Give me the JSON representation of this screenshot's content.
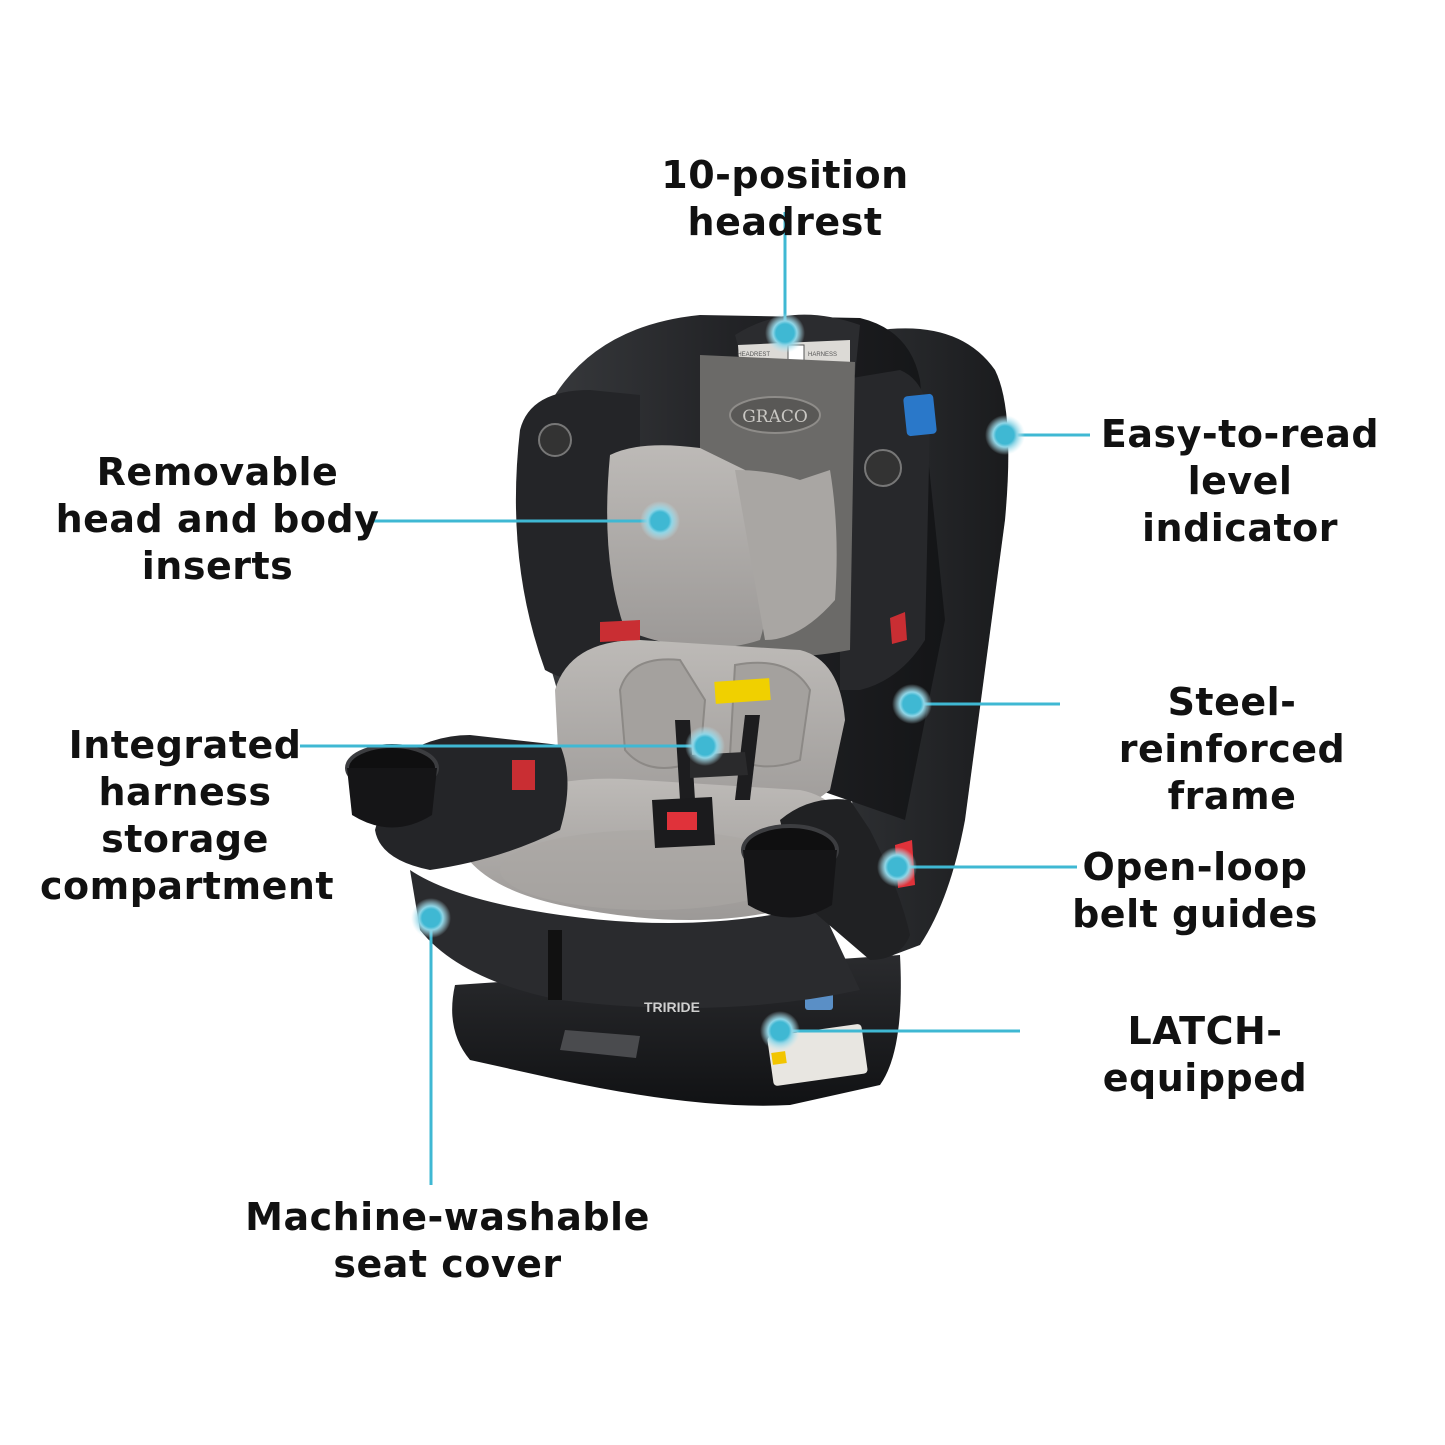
{
  "colors": {
    "callout": "#3fb8d3",
    "callout_glow": "#bfe8f2",
    "shell_dark": "#1c1d1f",
    "shell_mid": "#2e3033",
    "insert_gray": "#9a9896",
    "insert_light": "#b6b3b0",
    "accent_red": "#e0323a",
    "text": "#111111"
  },
  "product": {
    "brand_logo_text": "GRACO",
    "model_text": "TRIRIDE",
    "headrest_label_left": "HEADREST",
    "headrest_label_right": "HARNESS"
  },
  "callouts": [
    {
      "id": "headrest",
      "text": "10-position headrest",
      "icon": "callout-dot"
    },
    {
      "id": "level-indicator",
      "text": "Easy-to-read\nlevel indicator",
      "icon": "callout-dot"
    },
    {
      "id": "inserts",
      "text": "Removable\nhead and body\ninserts",
      "icon": "callout-dot"
    },
    {
      "id": "frame",
      "text": "Steel-reinforced\nframe",
      "icon": "callout-dot"
    },
    {
      "id": "harness-storage",
      "text": "Integrated\nharness\nstorage\ncompartment",
      "icon": "callout-dot"
    },
    {
      "id": "belt-guides",
      "text": "Open-loop\nbelt guides",
      "icon": "callout-dot"
    },
    {
      "id": "latch",
      "text": "LATCH-equipped",
      "icon": "callout-dot"
    },
    {
      "id": "seat-cover",
      "text": "Machine-washable\nseat cover",
      "icon": "callout-dot"
    }
  ]
}
